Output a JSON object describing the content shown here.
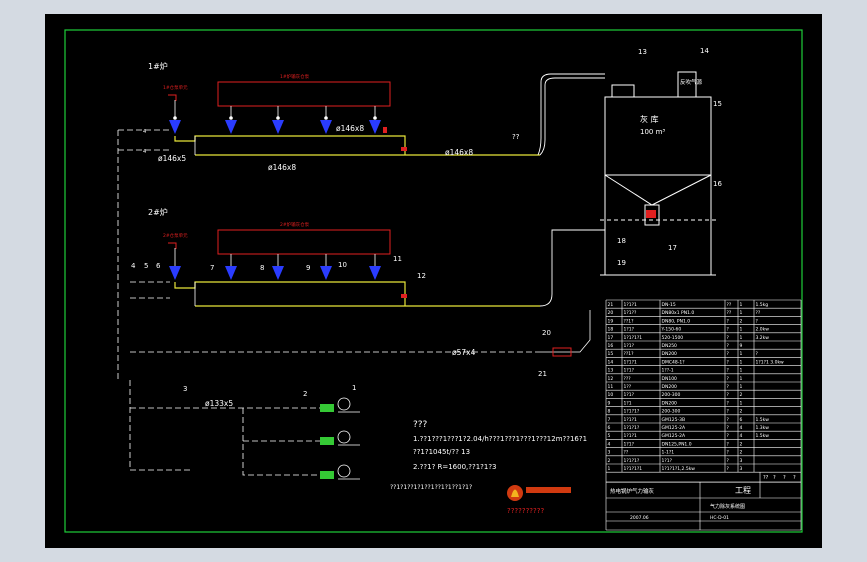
{
  "furnace1": {
    "title": "1#炉",
    "small_label": "1#仓泵单元",
    "header_label": "1#炉输灰仓泵",
    "pipe_a": "ø146x8",
    "pipe_b": "ø146x5",
    "pipe_c": "ø146x8",
    "pipe_d": "ø146x8",
    "valve_a": "4",
    "valve_b": "4"
  },
  "furnace2": {
    "title": "2#炉",
    "small_label": "2#仓泵单元",
    "header_label": "2#炉输灰仓泵",
    "callouts": [
      "4",
      "5",
      "6",
      "7",
      "8",
      "9",
      "10",
      "11",
      "12"
    ]
  },
  "main_line": {
    "label": "??",
    "pipe": "ø57x4"
  },
  "air_line": {
    "pipe": "ø133x5",
    "callouts": [
      "3",
      "2",
      "1"
    ]
  },
  "silo": {
    "name": "灰 库",
    "volume": "100 m³",
    "filter_label": "反吹气源",
    "callouts": [
      "13",
      "14",
      "15",
      "16",
      "17",
      "18",
      "19"
    ]
  },
  "notes": {
    "heading": "???",
    "line1": "1.??1???1???1?2.04/h???1???1???1???12m??16?1",
    "line2": "??1?1045t/?? 13",
    "line3": "2.??1? R=1600,??1?1?3",
    "line4": "??1?1??1?1??1??1?1??1?1?"
  },
  "logo": {
    "caption": "??????????"
  },
  "callout_20_21": [
    "20",
    "21"
  ],
  "bom": {
    "rows": [
      [
        "21",
        "1?1?1",
        "DN-15",
        "??",
        "1",
        "1.5kg"
      ],
      [
        "20",
        "1?1??",
        "DN80x1 PN1.0",
        "??",
        "1",
        "??"
      ],
      [
        "19",
        "??1?",
        "DN80, PN1.0",
        "?",
        "2",
        "?"
      ],
      [
        "18",
        "1?1?",
        "Y-150-60",
        "?",
        "1",
        "2.0kw"
      ],
      [
        "17",
        "1?1?1?1",
        "520-1500",
        "?",
        "1",
        "3.2kw"
      ],
      [
        "16",
        "1?1?",
        "DN250",
        "?",
        "9",
        ""
      ],
      [
        "15",
        "??1?",
        "DN200",
        "?",
        "1",
        "?"
      ],
      [
        "14",
        "1?1?1",
        "DMC48-1?",
        "?",
        "1",
        "1?1?1 3.0kw"
      ],
      [
        "13",
        "1?1?",
        "1??-1",
        "?",
        "1",
        ""
      ],
      [
        "12",
        "???",
        "DN100",
        "?",
        "1",
        ""
      ],
      [
        "11",
        "1??",
        "DN200",
        "?",
        "1",
        ""
      ],
      [
        "10",
        "1?1?",
        "200-300",
        "?",
        "2",
        ""
      ],
      [
        "9",
        "1?1",
        "DN200",
        "?",
        "1",
        ""
      ],
      [
        "8",
        "1?1?1?",
        "200-300",
        "?",
        "2",
        ""
      ],
      [
        "7",
        "1?1?1",
        "GM125-3B",
        "?",
        "6",
        "1.5kw"
      ],
      [
        "6",
        "1?1?1?",
        "GM125-2A",
        "?",
        "4",
        "1.3kw"
      ],
      [
        "5",
        "1?1?1",
        "GM125-2A",
        "?",
        "4",
        "1.5kw"
      ],
      [
        "4",
        "1?1?",
        "DN125,PN1.0",
        "?",
        "2",
        ""
      ],
      [
        "3",
        "??",
        "1-1?1",
        "?",
        "2",
        ""
      ],
      [
        "2",
        "1?1?1?",
        "1?1?",
        "?",
        "3",
        ""
      ],
      [
        "1",
        "1?1?1?1",
        "1?1?1?1,2.5kw",
        "?",
        "3",
        ""
      ]
    ],
    "header_cells": [
      "??",
      "?",
      "?",
      "?"
    ],
    "company": "热电锅炉气力输灰",
    "project": "工程",
    "drawing_title": "气力除灰系统图",
    "drawn": "2007.06",
    "drawing_no": "HC-D-01"
  }
}
